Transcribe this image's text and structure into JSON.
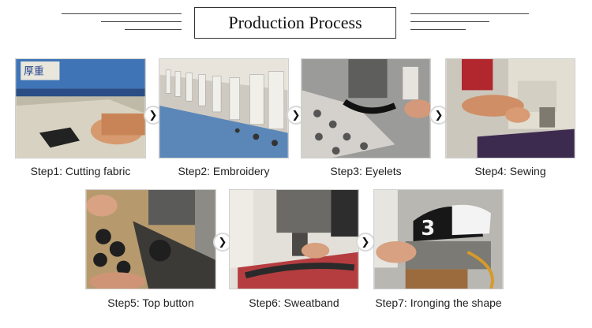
{
  "header": {
    "title": "Production Process"
  },
  "arrow_glyph": "❯",
  "steps": [
    {
      "label": "Step1: Cutting fabric",
      "icon": "cutting-fabric-photo",
      "photo_text": "厚重"
    },
    {
      "label": "Step2: Embroidery",
      "icon": "embroidery-machine-photo"
    },
    {
      "label": "Step3: Eyelets",
      "icon": "eyelet-machine-photo"
    },
    {
      "label": "Step4: Sewing",
      "icon": "sewing-machine-photo"
    },
    {
      "label": "Step5: Top button",
      "icon": "top-button-press-photo"
    },
    {
      "label": "Step6: Sweatband",
      "icon": "sweatband-sewing-photo"
    },
    {
      "label": "Step7: Ironging the shape",
      "icon": "ironing-shape-photo",
      "photo_text": "3"
    }
  ]
}
